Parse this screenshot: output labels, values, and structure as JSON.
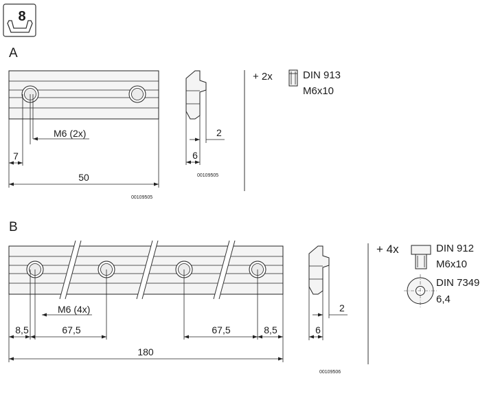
{
  "badge": {
    "number": "8"
  },
  "section_a": {
    "label": "A",
    "nut": {
      "hole_label": "M6 (2x)",
      "dim_offset": "7",
      "dim_length": "50",
      "drawing_code": "00109505"
    },
    "profile": {
      "dim_step": "2",
      "dim_width": "6",
      "drawing_code": "00109505"
    },
    "accessory": {
      "qty": "+ 2x",
      "standard": "DIN 913",
      "size": "M6x10"
    }
  },
  "section_b": {
    "label": "B",
    "nut": {
      "hole_label": "M6 (4x)",
      "dim_left_offset": "8,5",
      "dim_left_pitch": "67,5",
      "dim_right_pitch": "67,5",
      "dim_right_offset": "8,5",
      "dim_length": "180",
      "drawing_code": "00109506"
    },
    "profile": {
      "dim_step": "2",
      "dim_width": "6"
    },
    "accessory": {
      "qty": "+ 4x",
      "screw_standard": "DIN 912",
      "screw_size": "M6x10",
      "washer_standard": "DIN 7349",
      "washer_size": "6,4"
    }
  }
}
